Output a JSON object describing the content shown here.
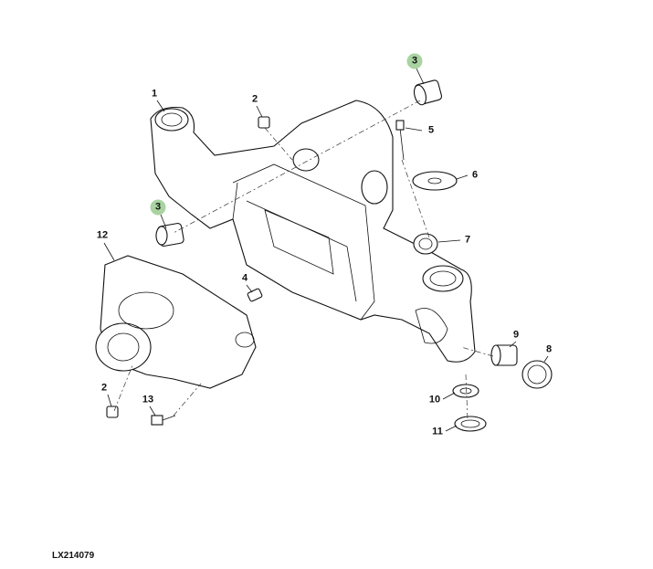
{
  "diagram": {
    "figure_id": "LX214079",
    "highlight_color": "#a9d3a1",
    "callouts": [
      {
        "id": "c1",
        "label": "1",
        "highlighted": false
      },
      {
        "id": "c2a",
        "label": "2",
        "highlighted": false
      },
      {
        "id": "c3a",
        "label": "3",
        "highlighted": true
      },
      {
        "id": "c5",
        "label": "5",
        "highlighted": false
      },
      {
        "id": "c6",
        "label": "6",
        "highlighted": false
      },
      {
        "id": "c7",
        "label": "7",
        "highlighted": false
      },
      {
        "id": "c3b",
        "label": "3",
        "highlighted": true
      },
      {
        "id": "c12",
        "label": "12",
        "highlighted": false
      },
      {
        "id": "c4",
        "label": "4",
        "highlighted": false
      },
      {
        "id": "c9",
        "label": "9",
        "highlighted": false
      },
      {
        "id": "c8",
        "label": "8",
        "highlighted": false
      },
      {
        "id": "c10",
        "label": "10",
        "highlighted": false
      },
      {
        "id": "c2b",
        "label": "2",
        "highlighted": false
      },
      {
        "id": "c13",
        "label": "13",
        "highlighted": false
      },
      {
        "id": "c11",
        "label": "11",
        "highlighted": false
      }
    ]
  }
}
